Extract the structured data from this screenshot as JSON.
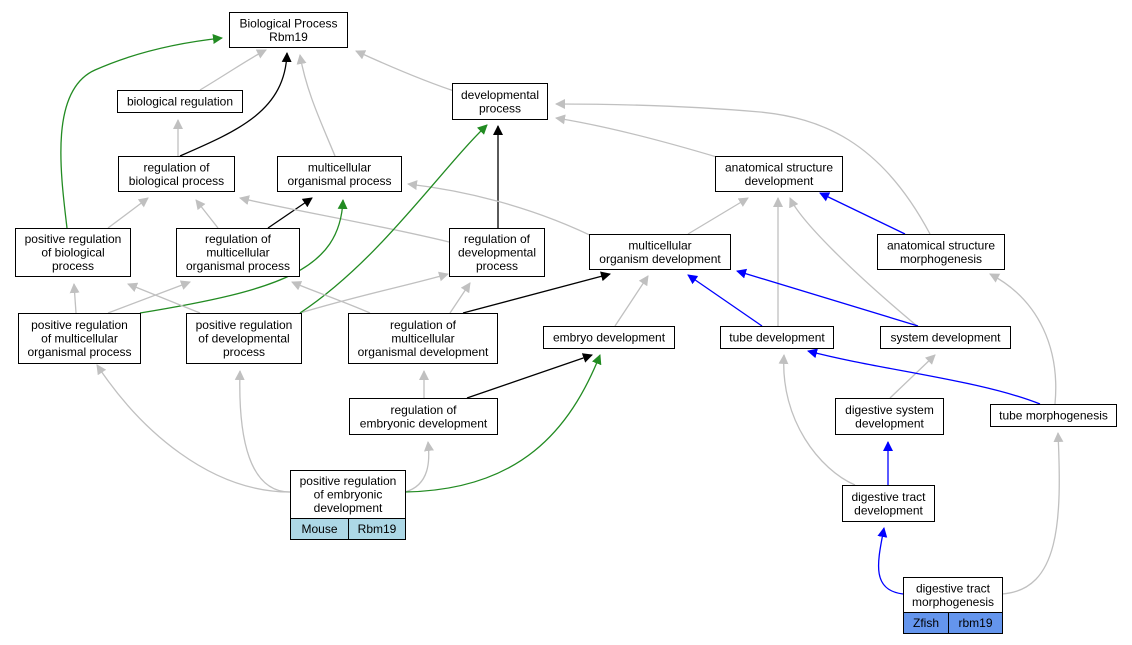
{
  "graph": {
    "colors": {
      "is_a": "#c0c0c0",
      "part_of": "#000000",
      "regulates": "#000000",
      "positively_regulates": "#228b22",
      "path": "#0000ff",
      "mouse": "#add8e6",
      "zfish": "#6495ed"
    },
    "nodes": [
      {
        "id": "bp",
        "lines": [
          "Biological Process",
          "Rbm19"
        ]
      },
      {
        "id": "br",
        "lines": [
          "biological regulation"
        ]
      },
      {
        "id": "dp",
        "lines": [
          "developmental",
          "process"
        ]
      },
      {
        "id": "rbp",
        "lines": [
          "regulation of",
          "biological process"
        ]
      },
      {
        "id": "mop",
        "lines": [
          "multicellular",
          "organismal process"
        ]
      },
      {
        "id": "asd",
        "lines": [
          "anatomical structure",
          "development"
        ]
      },
      {
        "id": "prbp",
        "lines": [
          "positive regulation",
          "of biological",
          "process"
        ]
      },
      {
        "id": "rmop",
        "lines": [
          "regulation of",
          "multicellular",
          "organismal process"
        ]
      },
      {
        "id": "rdp",
        "lines": [
          "regulation of",
          "developmental",
          "process"
        ]
      },
      {
        "id": "mod",
        "lines": [
          "multicellular",
          "organism development"
        ]
      },
      {
        "id": "asm",
        "lines": [
          "anatomical structure",
          "morphogenesis"
        ]
      },
      {
        "id": "prmop",
        "lines": [
          "positive regulation",
          "of multicellular",
          "organismal process"
        ]
      },
      {
        "id": "prdp",
        "lines": [
          "positive regulation",
          "of developmental",
          "process"
        ]
      },
      {
        "id": "rmod",
        "lines": [
          "regulation of",
          "multicellular",
          "organismal development"
        ]
      },
      {
        "id": "ed",
        "lines": [
          "embryo development"
        ]
      },
      {
        "id": "td",
        "lines": [
          "tube development"
        ]
      },
      {
        "id": "sd",
        "lines": [
          "system development"
        ]
      },
      {
        "id": "red",
        "lines": [
          "regulation of",
          "embryonic development"
        ]
      },
      {
        "id": "dsd",
        "lines": [
          "digestive system",
          "development"
        ]
      },
      {
        "id": "tm",
        "lines": [
          "tube morphogenesis"
        ]
      },
      {
        "id": "pred",
        "lines": [
          "positive regulation",
          "of embryonic",
          "development"
        ],
        "annotation": [
          "Mouse",
          "Rbm19"
        ],
        "annotation_color": "mouse"
      },
      {
        "id": "dtd",
        "lines": [
          "digestive tract",
          "development"
        ]
      },
      {
        "id": "dtm",
        "lines": [
          "digestive tract",
          "morphogenesis"
        ],
        "annotation": [
          "Zfish",
          "rbm19"
        ],
        "annotation_color": "zfish"
      }
    ],
    "edges": [
      {
        "from": "br",
        "to": "bp",
        "type": "is_a"
      },
      {
        "from": "dp",
        "to": "bp",
        "type": "is_a"
      },
      {
        "from": "rbp",
        "to": "br",
        "type": "is_a"
      },
      {
        "from": "rbp",
        "to": "bp",
        "type": "regulates"
      },
      {
        "from": "mop",
        "to": "bp",
        "type": "is_a"
      },
      {
        "from": "prbp",
        "to": "bp",
        "type": "positively_regulates"
      },
      {
        "from": "prbp",
        "to": "rbp",
        "type": "is_a"
      },
      {
        "from": "rmop",
        "to": "rbp",
        "type": "is_a"
      },
      {
        "from": "rmop",
        "to": "mop",
        "type": "regulates"
      },
      {
        "from": "rdp",
        "to": "rbp",
        "type": "is_a"
      },
      {
        "from": "rdp",
        "to": "dp",
        "type": "regulates"
      },
      {
        "from": "asd",
        "to": "dp",
        "type": "is_a"
      },
      {
        "from": "asm",
        "to": "dp",
        "type": "is_a"
      },
      {
        "from": "asm",
        "to": "asd",
        "type": "path"
      },
      {
        "from": "mod",
        "to": "mop",
        "type": "is_a"
      },
      {
        "from": "mod",
        "to": "asd",
        "type": "is_a"
      },
      {
        "from": "prmop",
        "to": "prbp",
        "type": "is_a"
      },
      {
        "from": "prmop",
        "to": "rmop",
        "type": "is_a"
      },
      {
        "from": "prmop",
        "to": "mop",
        "type": "positively_regulates"
      },
      {
        "from": "prdp",
        "to": "prbp",
        "type": "is_a"
      },
      {
        "from": "prdp",
        "to": "rdp",
        "type": "is_a"
      },
      {
        "from": "prdp",
        "to": "dp",
        "type": "positively_regulates"
      },
      {
        "from": "rmod",
        "to": "rmop",
        "type": "is_a"
      },
      {
        "from": "rmod",
        "to": "rdp",
        "type": "is_a"
      },
      {
        "from": "rmod",
        "to": "mod",
        "type": "regulates"
      },
      {
        "from": "ed",
        "to": "mod",
        "type": "is_a"
      },
      {
        "from": "td",
        "to": "asd",
        "type": "is_a"
      },
      {
        "from": "td",
        "to": "mod",
        "type": "path"
      },
      {
        "from": "sd",
        "to": "asd",
        "type": "is_a"
      },
      {
        "from": "sd",
        "to": "mod",
        "type": "path"
      },
      {
        "from": "red",
        "to": "rmod",
        "type": "is_a"
      },
      {
        "from": "red",
        "to": "ed",
        "type": "regulates"
      },
      {
        "from": "dsd",
        "to": "sd",
        "type": "is_a"
      },
      {
        "from": "tm",
        "to": "asm",
        "type": "is_a"
      },
      {
        "from": "tm",
        "to": "td",
        "type": "path"
      },
      {
        "from": "pred",
        "to": "prmop",
        "type": "is_a"
      },
      {
        "from": "pred",
        "to": "prdp",
        "type": "is_a"
      },
      {
        "from": "pred",
        "to": "red",
        "type": "is_a"
      },
      {
        "from": "pred",
        "to": "ed",
        "type": "positively_regulates"
      },
      {
        "from": "dtd",
        "to": "td",
        "type": "is_a"
      },
      {
        "from": "dtd",
        "to": "dsd",
        "type": "path"
      },
      {
        "from": "dtm",
        "to": "tm",
        "type": "is_a"
      },
      {
        "from": "dtm",
        "to": "dtd",
        "type": "path"
      }
    ]
  }
}
